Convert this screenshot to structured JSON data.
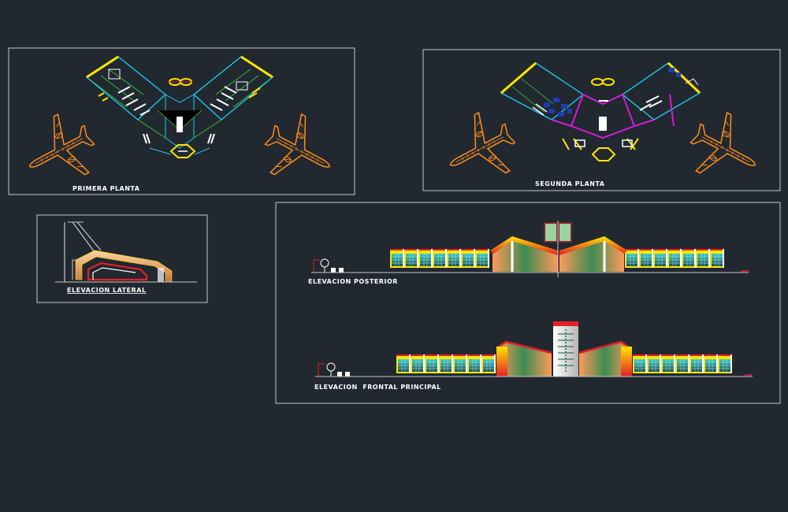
{
  "colors": {
    "background": "#212830",
    "frame": "#c8c8c8",
    "aircraft": "#ff8c1a",
    "wall_cyan": "#1ec8e6",
    "yellow": "#ffe600",
    "green": "#3cc83c",
    "magenta": "#d21ed2",
    "red": "#e61e28",
    "white": "#ffffff",
    "blue": "#1e3cb4"
  },
  "views": {
    "primera_planta": {
      "label": "PRIMERA PLANTA",
      "icon": "airplane-icon"
    },
    "segunda_planta": {
      "label": "SEGUNDA PLANTA",
      "icon": "airplane-icon"
    },
    "elevacion_lateral": {
      "label": "ELEVACION LATERAL"
    },
    "elevacion_posterior": {
      "label": "ELEVACION POSTERIOR",
      "icon": "tree-icon"
    },
    "elevacion_frontal": {
      "label": "ELEVACION  FRONTAL PRINCIPAL",
      "icon": "tree-icon"
    }
  }
}
